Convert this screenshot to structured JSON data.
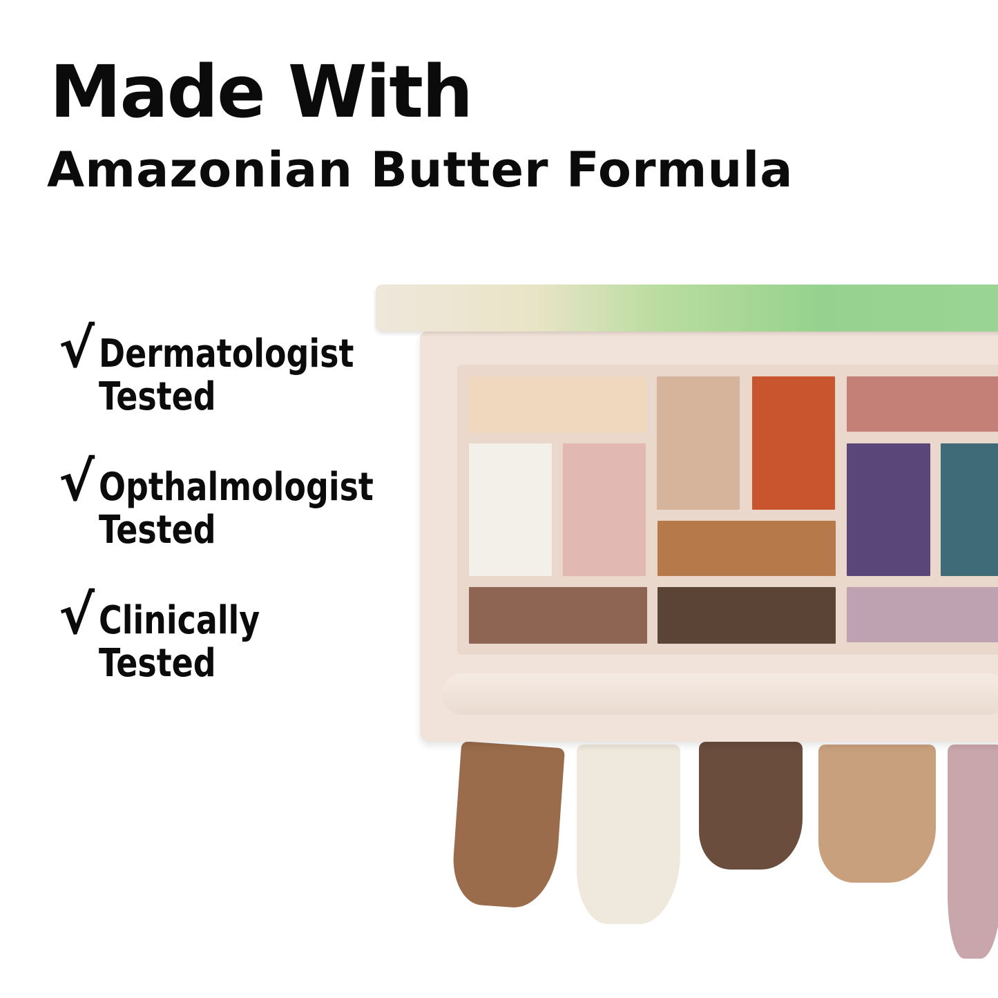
{
  "heading": {
    "title": "Made With",
    "subtitle": "Amazonian Butter Formula"
  },
  "claims": [
    {
      "check": "√",
      "text_line1": "Dermatologist",
      "text_line2": "Tested"
    },
    {
      "check": "√",
      "text_line1": "Opthalmologist",
      "text_line2": "Tested"
    },
    {
      "check": "√",
      "text_line1": "Clinically",
      "text_line2": "Tested"
    }
  ],
  "palette_colors": {
    "lid_green": "#96d28f",
    "case": "#f1e3d9",
    "shades": [
      "#efd8bd",
      "#d6b49c",
      "#c9552f",
      "#c47f76",
      "#f3efe9",
      "#e2b9b2",
      "#b5794a",
      "#5a4678",
      "#3f6b78",
      "#8d6552",
      "#5b4435",
      "#bfa2b1"
    ],
    "swatches": [
      "#9a6c4b",
      "#efe8dc",
      "#6b4d3e",
      "#c9a07e",
      "#c9a6ac"
    ]
  }
}
